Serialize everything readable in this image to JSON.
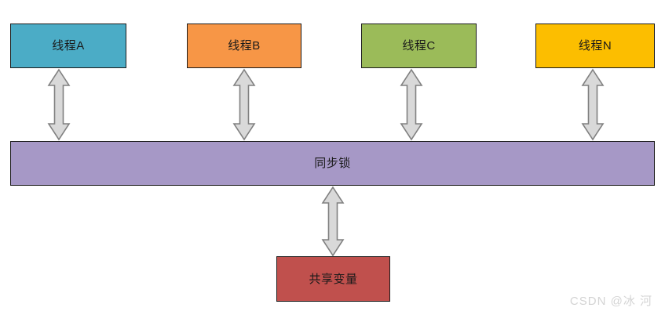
{
  "diagram": {
    "title_text": "",
    "background": "#ffffff",
    "outline_color": "#1b1b1b",
    "arrow_fill": "#d9d9d9",
    "arrow_stroke": "#808080",
    "threads": [
      {
        "label": "线程A",
        "color": "#4bacc6",
        "name": "thread-a"
      },
      {
        "label": "线程B",
        "color": "#f79646",
        "name": "thread-b"
      },
      {
        "label": "线程C",
        "color": "#9bbb59",
        "name": "thread-c"
      },
      {
        "label": "线程N",
        "color": "#fcbe00",
        "name": "thread-n"
      }
    ],
    "lock": {
      "label": "同步锁",
      "color": "#a698c6"
    },
    "shared": {
      "label": "共享变量",
      "color": "#c0504d"
    },
    "connectors": [
      {
        "from": "线程A",
        "to": "同步锁",
        "style": "double-headed-arrow"
      },
      {
        "from": "线程B",
        "to": "同步锁",
        "style": "double-headed-arrow"
      },
      {
        "from": "线程C",
        "to": "同步锁",
        "style": "double-headed-arrow"
      },
      {
        "from": "线程N",
        "to": "同步锁",
        "style": "double-headed-arrow"
      },
      {
        "from": "同步锁",
        "to": "共享变量",
        "style": "double-headed-arrow"
      }
    ]
  },
  "watermark": {
    "text": "CSDN @冰 河"
  }
}
